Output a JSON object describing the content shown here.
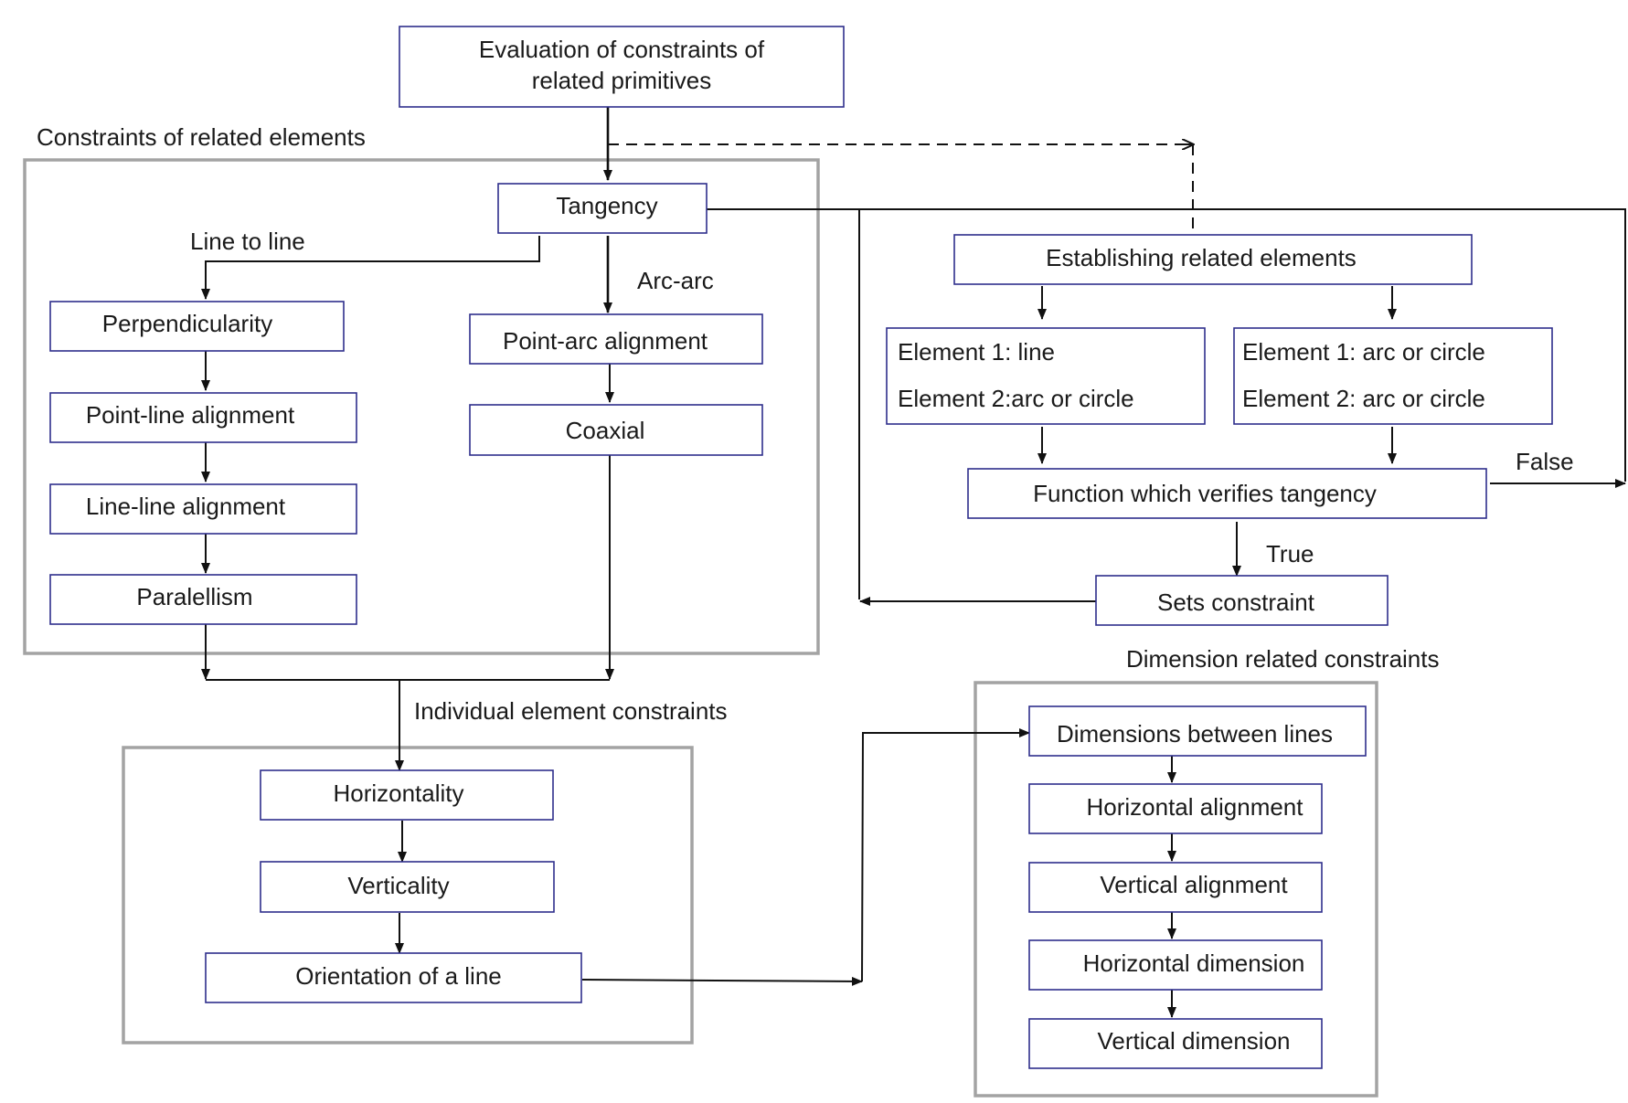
{
  "diagram": {
    "groups": {
      "related_elements": "Constraints of related elements",
      "individual_elements": "Individual element constraints",
      "dimension_related": "Dimension related constraints"
    },
    "nodes": {
      "evaluation": [
        "Evaluation of constraints of",
        "related primitives"
      ],
      "tangency": "Tangency",
      "perpendicularity": "Perpendicularity",
      "point_line_alignment": "Point-line alignment",
      "line_line_alignment": "Line-line alignment",
      "paralellism": "Paralellism",
      "point_arc_alignment": "Point-arc alignment",
      "coaxial": "Coaxial",
      "establishing": "Establishing related elements",
      "case_line_arc": [
        "Element 1: line",
        "Element 2:arc or circle"
      ],
      "case_arc_arc": [
        "Element 1: arc or circle",
        "Element 2: arc or circle"
      ],
      "verify_tangency": "Function which verifies tangency",
      "sets_constraint": "Sets constraint",
      "horizontality": "Horizontality",
      "verticality": "Verticality",
      "orientation": "Orientation of a line",
      "dimensions_between_lines": "Dimensions between lines",
      "horizontal_alignment": "Horizontal alignment",
      "vertical_alignment": "Vertical alignment",
      "horizontal_dimension": "Horizontal dimension",
      "vertical_dimension": "Vertical dimension"
    },
    "edge_labels": {
      "line_to_line": "Line to line",
      "arc_arc": "Arc-arc",
      "false": "False",
      "true": "True"
    }
  }
}
